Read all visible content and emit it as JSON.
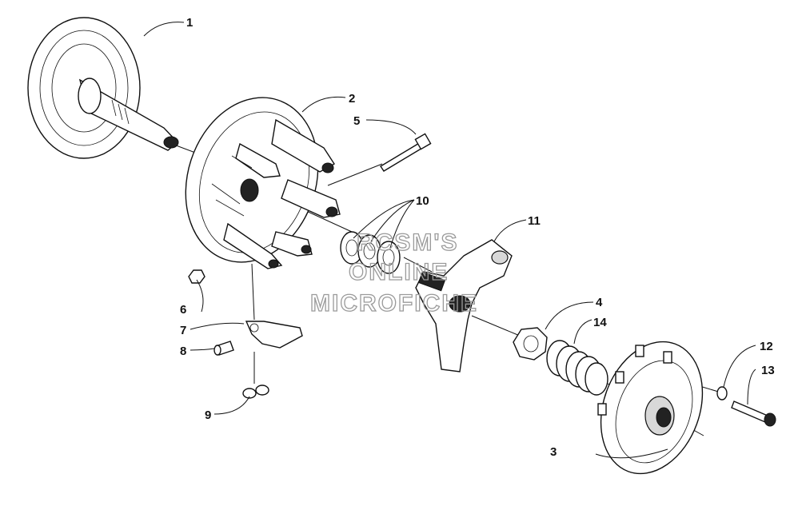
{
  "diagram": {
    "callouts": [
      "1",
      "2",
      "3",
      "4",
      "5",
      "6",
      "7",
      "8",
      "9",
      "10",
      "11",
      "12",
      "13",
      "14"
    ]
  },
  "watermark": {
    "line1": "RCSM'S",
    "line2": "ONLINE",
    "line3": "MICROFICHE"
  }
}
